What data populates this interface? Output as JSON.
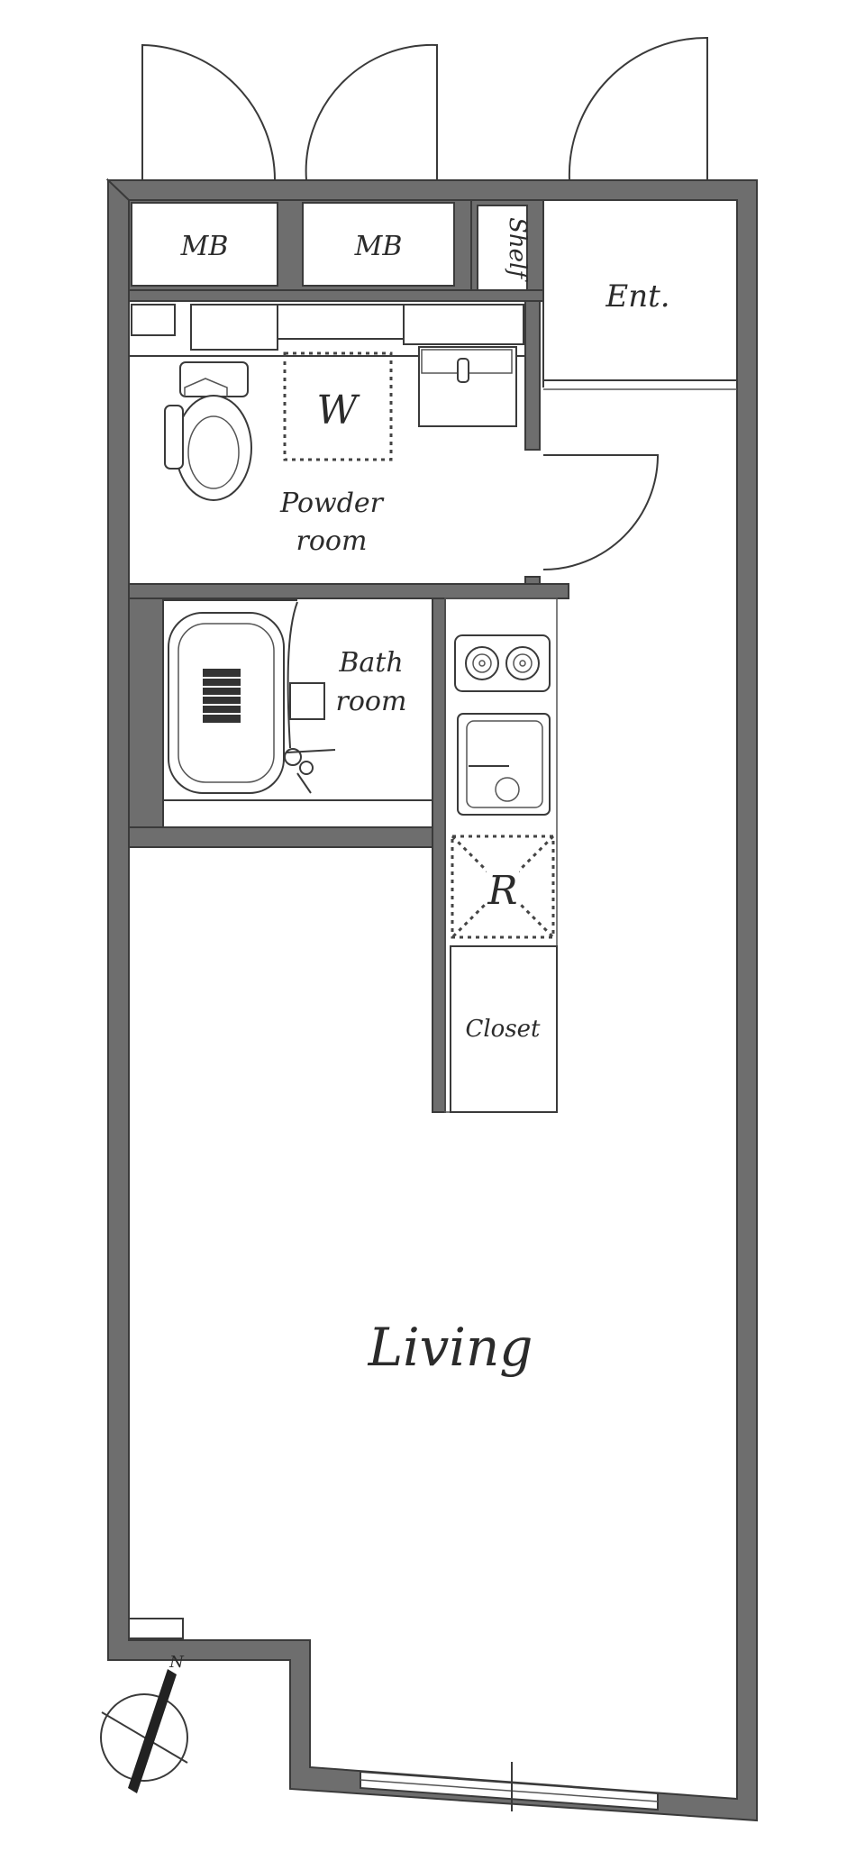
{
  "plan": {
    "labels": {
      "mb_left": "MB",
      "mb_right": "MB",
      "shelf": "Shelf",
      "entrance": "Ent.",
      "washer": "W",
      "powder_room_line1": "Powder",
      "powder_room_line2": "room",
      "bath_room_line1": "Bath",
      "bath_room_line2": "room",
      "refrigerator": "R",
      "closet": "Closet",
      "living": "Living"
    },
    "compass": {
      "north": "N"
    }
  }
}
